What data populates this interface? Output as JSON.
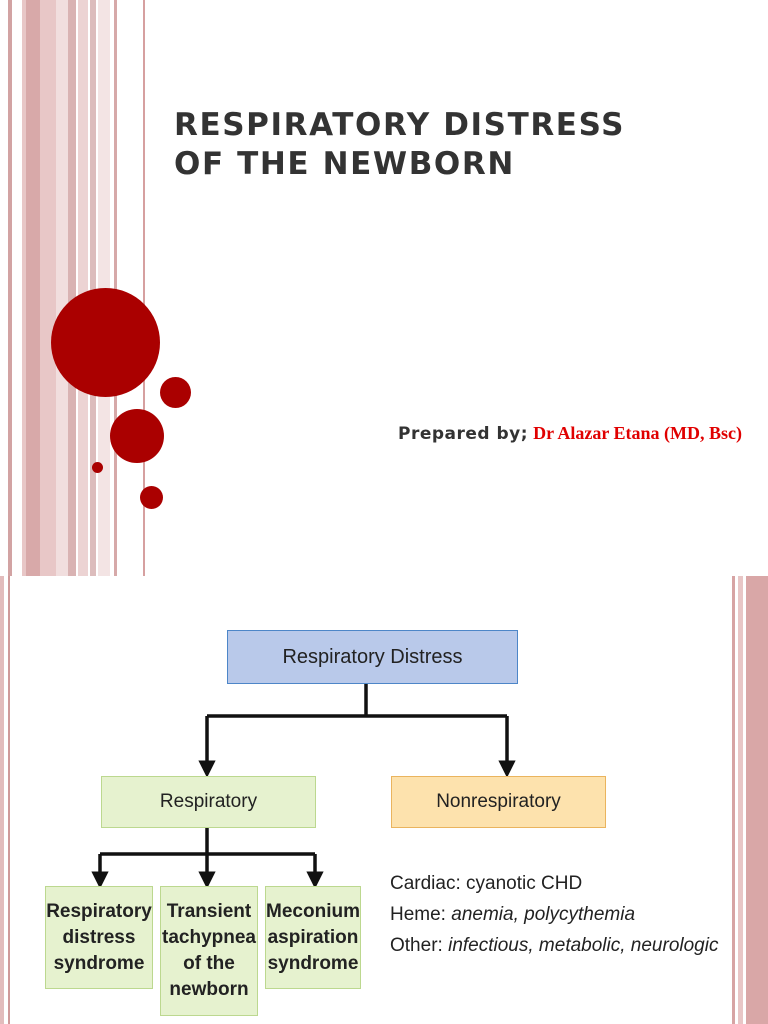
{
  "slide1": {
    "title_line1": "RESPIRATORY DISTRESS",
    "title_line2": "OF THE NEWBORN",
    "prepared_label": "Prepared by;",
    "prepared_name": "Dr Alazar Etana (MD, Bsc)"
  },
  "slide2": {
    "diagram": {
      "root": "Respiratory Distress",
      "respiratory": "Respiratory",
      "nonrespiratory": "Nonrespiratory",
      "respiratory_causes": [
        [
          "Respiratory",
          "distress",
          "syndrome"
        ],
        [
          "Transient",
          "tachypnea",
          "of the",
          "newborn"
        ],
        [
          "Meconium",
          "aspiration",
          "syndrome"
        ]
      ],
      "nonrespiratory_causes": [
        {
          "label": "Cardiac:",
          "value": "cyanotic CHD"
        },
        {
          "label": "Heme:",
          "value": "anemia, polycythemia"
        },
        {
          "label": "Other:",
          "value": "infectious, metabolic, neurologic"
        }
      ]
    }
  },
  "colors": {
    "accent_red": "#aa0000",
    "name_red": "#e00000",
    "title_text": "#333333",
    "root_box": "#b9c9ea",
    "resp_box": "#e6f2cf",
    "nonresp_box": "#fde2ad"
  }
}
